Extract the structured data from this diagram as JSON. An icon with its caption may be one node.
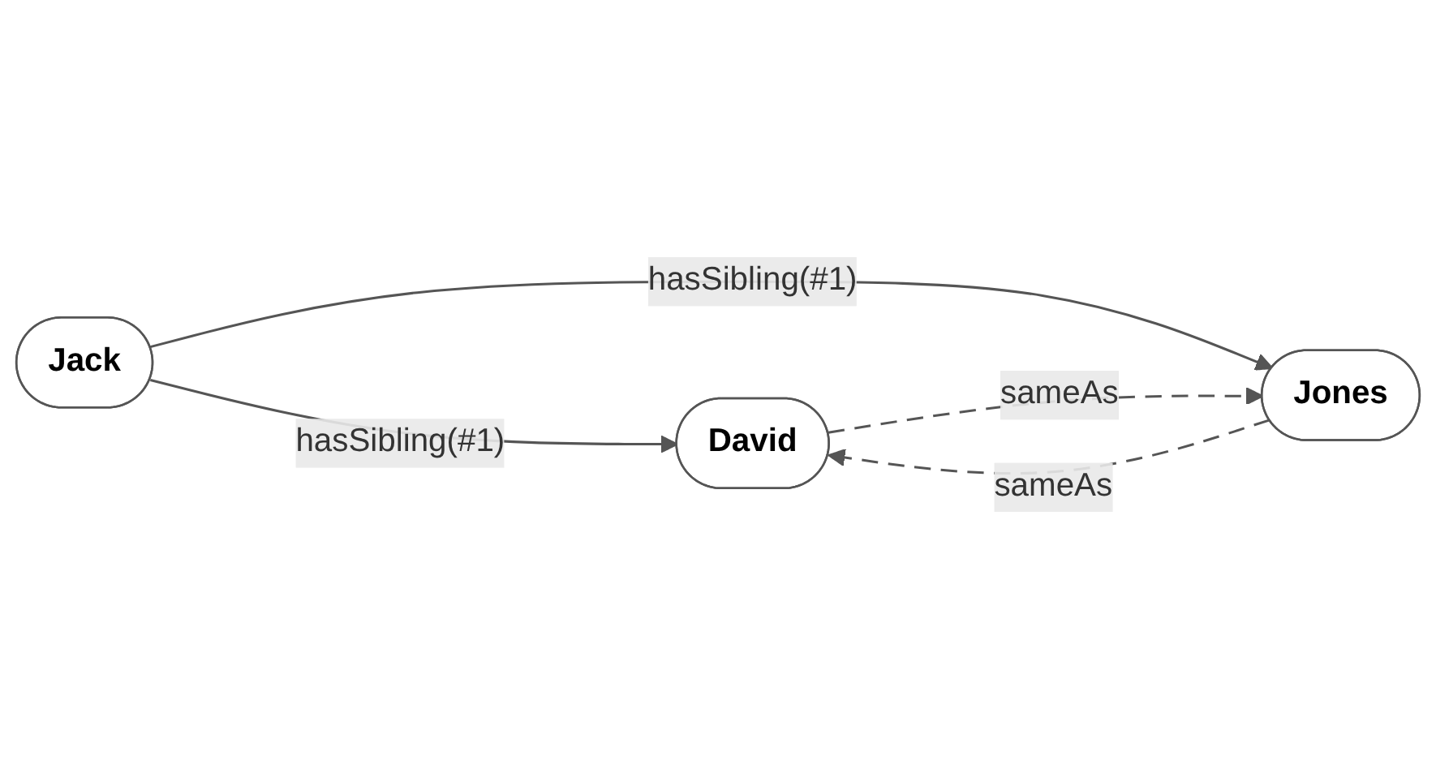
{
  "diagram": {
    "nodes": [
      {
        "text": [
          "Jack"
        ]
      },
      {
        "text": [
          "David"
        ]
      },
      {
        "text": [
          "Jones"
        ]
      }
    ],
    "edges": [
      {
        "from": 0,
        "to": 1,
        "arrow": "to",
        "label": "hasSibling(#1)"
      },
      {
        "from": 0,
        "to": 2,
        "arrow": "to",
        "label": "hasSibling(#1)"
      },
      {
        "from": 1,
        "to": 2,
        "arrow": "to",
        "label": "sameAs",
        "style": "dashed"
      },
      {
        "from": 2,
        "to": 1,
        "arrow": "to",
        "label": "sameAs",
        "style": "dashed"
      }
    ]
  }
}
